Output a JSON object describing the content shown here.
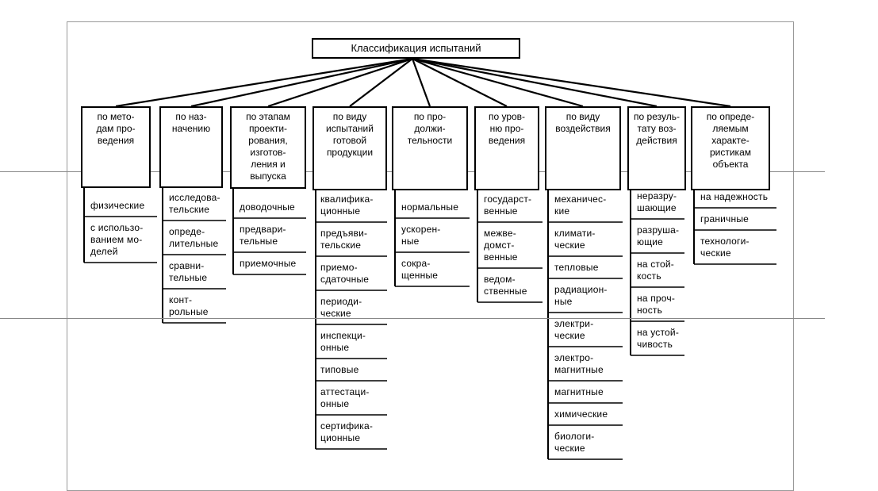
{
  "title": "Классификация испытаний",
  "categories": [
    {
      "label": "по мето-\nдам про-\nведения",
      "items": [
        "физические",
        "с использо-\nванием мо-\nделей"
      ]
    },
    {
      "label": "по наз-\nначению",
      "items": [
        "исследова-\nтельские",
        "опреде-\nлительные",
        "сравни-\nтельные",
        "конт-\nрольные"
      ]
    },
    {
      "label": "по этапам\nпроекти-\nрования,\nизготов-\nления и\nвыпуска",
      "items": [
        "доводочные",
        "предвари-\nтельные",
        "приемочные"
      ]
    },
    {
      "label": "по виду\nиспытаний\nготовой\nпродукции",
      "items": [
        "квалифика-\nционные",
        "предъяви-\nтельские",
        "приемо-\nсдаточные",
        "периоди-\nческие",
        "инспекци-\nонные",
        "типовые",
        "аттестаци-\nонные",
        "сертифика-\nционные"
      ]
    },
    {
      "label": "по про-\nдолжи-\nтельности",
      "items": [
        "нормальные",
        "ускорен-\nные",
        "сокра-\nщенные"
      ]
    },
    {
      "label": "по уров-\nню про-\nведения",
      "items": [
        "государст-\nвенные",
        "межве-\nдомст-\nвенные",
        "ведом-\nственные"
      ]
    },
    {
      "label": "по виду\nвоздействия",
      "items": [
        "механичес-\nкие",
        "климати-\nческие",
        "тепловые",
        "радиацион-\nные",
        "электри-\nческие",
        "электро-\nмагнитные",
        "магнитные",
        "химические",
        "биологи-\nческие"
      ]
    },
    {
      "label": "по резуль-\nтату воз-\nдействия",
      "items": [
        "неразру-\nшающие",
        "разруша-\nющие",
        "на стой-\nкость",
        "на проч-\nность",
        "на устой-\nчивость"
      ]
    },
    {
      "label": "по опреде-\nляемым\nхарактe-\nристикам\nобъекта",
      "items": [
        "на надежность",
        "граничные",
        "технологи-\nческие"
      ]
    }
  ]
}
